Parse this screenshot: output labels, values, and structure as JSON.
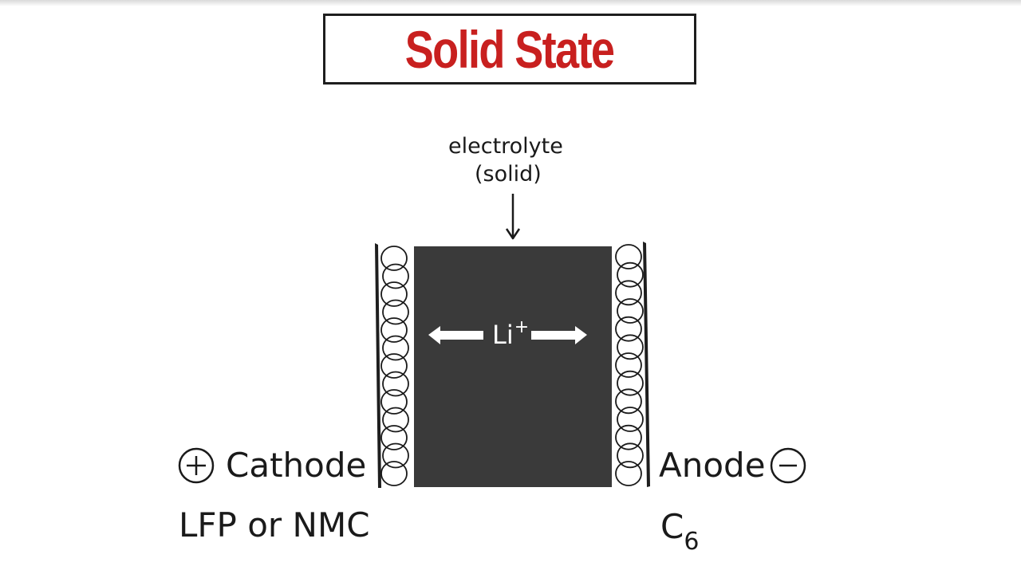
{
  "title": "Solid State",
  "electrolyte": {
    "line1": "electrolyte",
    "line2": "(solid)"
  },
  "ion": {
    "symbol": "Li",
    "charge": "+"
  },
  "cathode": {
    "sign": "+",
    "label": "Cathode",
    "material": "LFP or NMC"
  },
  "anode": {
    "sign": "−",
    "label": "Anode",
    "material_base": "C",
    "material_sub": "6"
  },
  "colors": {
    "title": "#c8201f",
    "electrolyte_fill": "#3a3a3a",
    "ink": "#1a1a1a"
  }
}
